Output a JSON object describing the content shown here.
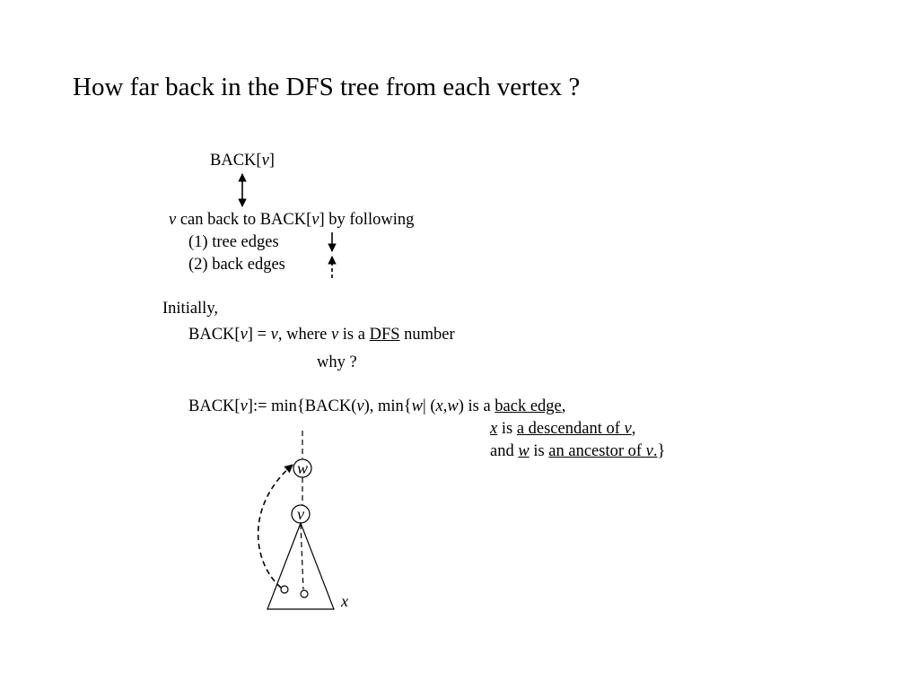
{
  "slide": {
    "title": "How far back in the DFS tree from each vertex ?"
  },
  "back_label": {
    "prefix": "BACK[",
    "var": "v",
    "suffix": "]"
  },
  "explanation": {
    "var": "v",
    "text_1": " can back to BACK[",
    "var_2": "v",
    "text_2": "] by following",
    "item_1": "(1) tree edges",
    "item_2": "(2) back edges"
  },
  "initial": {
    "heading": "Initially,",
    "eq_prefix": "BACK[",
    "eq_var": "v",
    "eq_mid": "] = ",
    "eq_var_2": "v",
    "eq_text": ", where ",
    "eq_var_3": "v",
    "eq_text_2": " is a ",
    "eq_link": "DFS",
    "eq_end": " number",
    "why": "why ?"
  },
  "formula": {
    "line1_a": "BACK[",
    "line1_v": "v",
    "line1_b": "]:= min{BACK(",
    "line1_v2": "v",
    "line1_c": "), min{",
    "line1_w": "w",
    "line1_d": "| (",
    "line1_xw": "x,w",
    "line1_e": ") is a ",
    "line1_back_edge": "back edge",
    "line1_f": ",",
    "line2_x": "x",
    "line2_is": " is ",
    "line2_u1": "a descendant of ",
    "line2_v": "v",
    "line2_end": ",",
    "line3_and": "and ",
    "line3_w": "w",
    "line3_is": " is ",
    "line3_u1": "an ancestor of ",
    "line3_v": "v",
    "line3_dot": ".",
    "line3_end": "}"
  },
  "tree": {
    "node_w": "w",
    "node_v": "v",
    "label_x": "x"
  }
}
